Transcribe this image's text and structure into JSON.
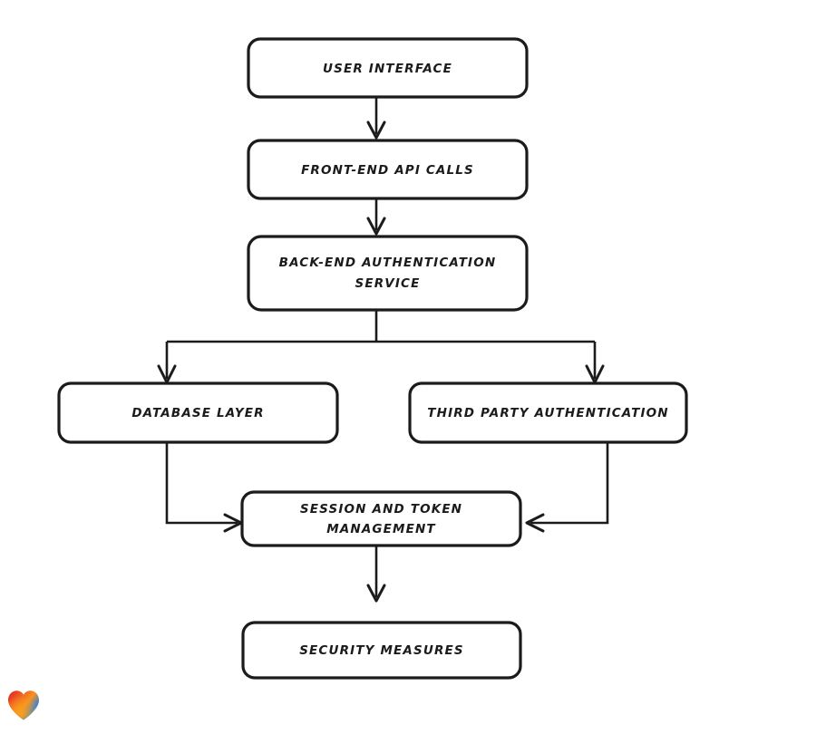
{
  "diagram": {
    "type": "flowchart",
    "orientation": "top-to-bottom",
    "style": "hand-drawn rounded rectangles with black arrows on white background",
    "nodes": [
      {
        "id": "user-interface",
        "label": "USER INTERFACE",
        "lines": [
          "USER INTERFACE"
        ]
      },
      {
        "id": "front-end-api-calls",
        "label": "FRONT-END API CALLS",
        "lines": [
          "FRONT-END API CALLS"
        ]
      },
      {
        "id": "back-end-authentication-service",
        "label": "BACK-END AUTHENTICATION SERVICE",
        "lines": [
          "BACK-END AUTHENTICATION",
          "SERVICE"
        ]
      },
      {
        "id": "database-layer",
        "label": "DATABASE LAYER",
        "lines": [
          "DATABASE LAYER"
        ]
      },
      {
        "id": "third-party-authentication",
        "label": "THIRD PARTY AUTHENTICATION",
        "lines": [
          "THIRD PARTY AUTHENTICATION"
        ]
      },
      {
        "id": "session-and-token-management",
        "label": "SESSION AND TOKEN MANAGEMENT",
        "lines": [
          "SESSION AND TOKEN",
          "MANAGEMENT"
        ]
      },
      {
        "id": "security-measures",
        "label": "SECURITY MEASURES",
        "lines": [
          "SECURITY MEASURES"
        ]
      }
    ],
    "edges": [
      {
        "from": "user-interface",
        "to": "front-end-api-calls",
        "direction": "down"
      },
      {
        "from": "front-end-api-calls",
        "to": "back-end-authentication-service",
        "direction": "down"
      },
      {
        "from": "back-end-authentication-service",
        "to": "database-layer",
        "direction": "down-left-branch"
      },
      {
        "from": "back-end-authentication-service",
        "to": "third-party-authentication",
        "direction": "down-right-branch"
      },
      {
        "from": "database-layer",
        "to": "session-and-token-management",
        "direction": "down-then-right"
      },
      {
        "from": "third-party-authentication",
        "to": "session-and-token-management",
        "direction": "down-then-left"
      },
      {
        "from": "session-and-token-management",
        "to": "security-measures",
        "direction": "down"
      }
    ],
    "colors": {
      "stroke": "#1b1b1b",
      "fill": "#ffffff",
      "background": "#ffffff"
    }
  },
  "logo": {
    "name": "heart-logo",
    "colors": {
      "top_left": "#e02020",
      "bottom": "#f7931e",
      "top_right": "#2f8fd8",
      "right_accent": "#1fb8c4"
    }
  }
}
